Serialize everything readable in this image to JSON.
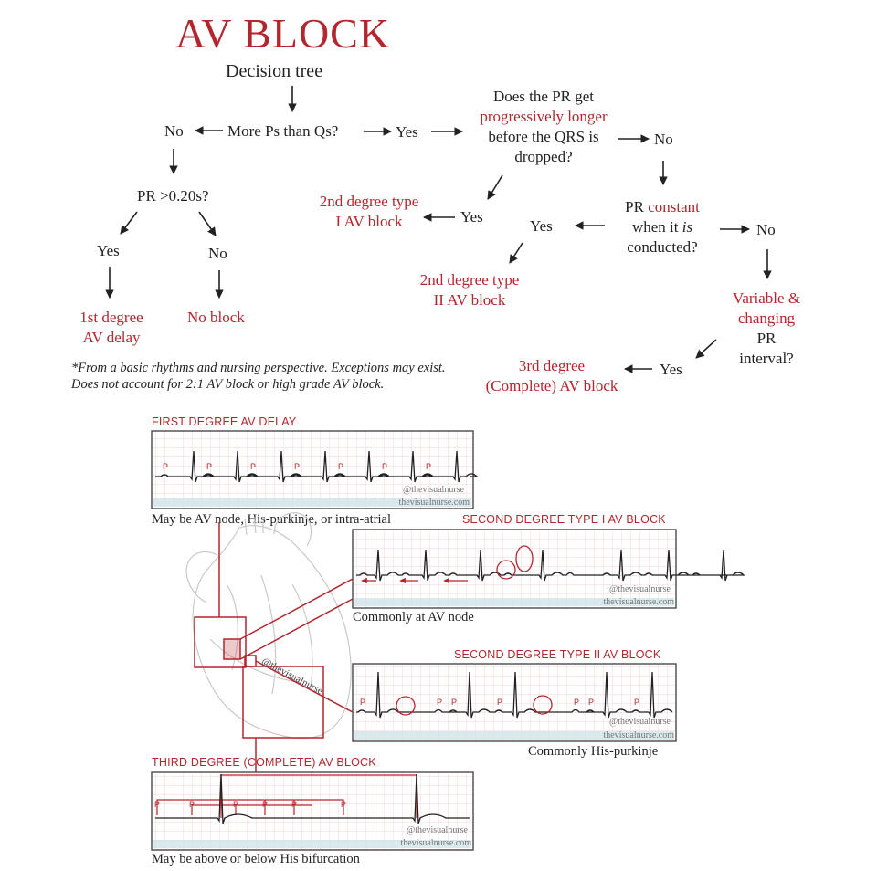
{
  "title": "AV BLOCK",
  "subtitle": "Decision tree",
  "tree": {
    "q_more_ps": "More Ps than Qs?",
    "left_no": "No",
    "mid_yes": "Yes",
    "pr_020": "PR >0.20s?",
    "pr_yes": "Yes",
    "pr_no": "No",
    "first_degree_line1": "1st degree",
    "first_degree_line2": "AV delay",
    "no_block": "No block",
    "q_progressive_1": "Does the PR get",
    "q_progressive_2": "progressively longer",
    "q_progressive_3": "before the QRS is",
    "q_progressive_4": "dropped?",
    "progressive_no": "No",
    "progressive_yes": "Yes",
    "type1_line1": "2nd degree type",
    "type1_line2": "I AV block",
    "q_constant_1a": "PR",
    "q_constant_1b": "constant",
    "q_constant_2a": "when it",
    "q_constant_2b": "is",
    "q_constant_3": "conducted?",
    "constant_yes": "Yes",
    "constant_no": "No",
    "type2_line1": "2nd degree type",
    "type2_line2": "II AV block",
    "q_variable_1": "Variable &",
    "q_variable_2": "changing",
    "q_variable_3": "PR",
    "q_variable_4": "interval?",
    "variable_yes": "Yes",
    "third_line1": "3rd degree",
    "third_line2": "(Complete) AV block"
  },
  "footnote": "*From a basic rhythms and nursing perspective. Exceptions may exist. Does not account for 2:1 AV block or high grade AV block.",
  "strips": {
    "first": {
      "label": "FIRST DEGREE AV DELAY",
      "caption": "May be AV node, His-purkinje, or intra-atrial"
    },
    "type1": {
      "label": "SECOND DEGREE TYPE I AV BLOCK",
      "caption": "Commonly at AV node"
    },
    "type2": {
      "label": "SECOND DEGREE TYPE II AV BLOCK",
      "caption": "Commonly His-purkinje"
    },
    "third": {
      "label": "THIRD DEGREE (COMPLETE) AV BLOCK",
      "caption": "May be above or below His bifurcation"
    }
  },
  "watermark_handle": "@thevisualnurse",
  "watermark_url": "thevisualnurse.com",
  "p_label": "P",
  "colors": {
    "accent": "#b3262d",
    "text": "#222222",
    "grid": "#f1c9c9",
    "baseline": "#cfe3ea"
  }
}
